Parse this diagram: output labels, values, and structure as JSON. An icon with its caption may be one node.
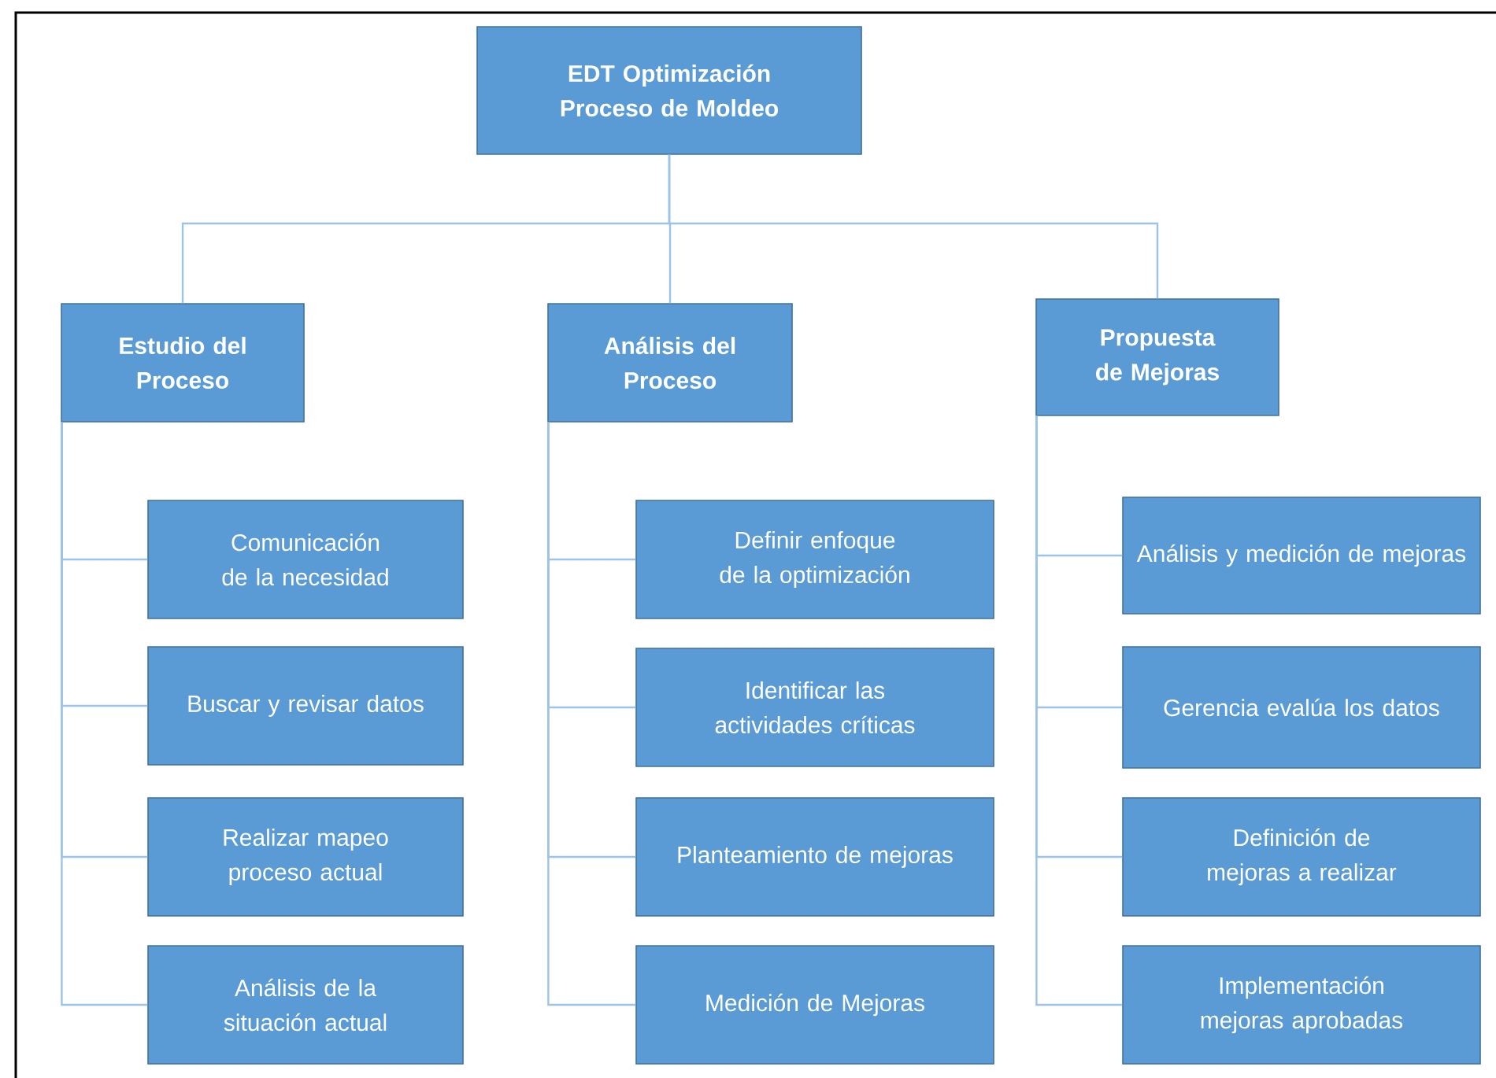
{
  "diagram": {
    "nodes": [
      {
        "text": [
          "EDT Optimización Proceso de Moldeo"
        ]
      },
      {
        "text": [
          "Estudio del Proceso"
        ]
      },
      {
        "text": [
          "Comunicación de la necesidad"
        ]
      },
      {
        "text": [
          "Buscar y revisar datos"
        ]
      },
      {
        "text": [
          "Realizar mapeo proceso actual"
        ]
      },
      {
        "text": [
          "Análisis de la situación actual"
        ]
      },
      {
        "text": [
          "Análisis del Proceso"
        ]
      },
      {
        "text": [
          "Definir enfoque de la optimización"
        ]
      },
      {
        "text": [
          "Identificar las actividades  críticas"
        ]
      },
      {
        "text": [
          "Planteamiento de mejoras"
        ]
      },
      {
        "text": [
          "Medición de Mejoras"
        ]
      },
      {
        "text": [
          "Propuesta de Mejoras"
        ]
      },
      {
        "text": [
          "Análisis y medición de mejoras"
        ]
      },
      {
        "text": [
          "Gerencia evalúa los datos"
        ]
      },
      {
        "text": [
          "Definición de mejoras a realizar"
        ]
      },
      {
        "text": [
          "Implementación mejoras aprobadas"
        ]
      }
    ],
    "edges": [
      {
        "from": 0,
        "to": 1,
        "arrow": "none"
      },
      {
        "from": 0,
        "to": 6,
        "arrow": "none"
      },
      {
        "from": 0,
        "to": 11,
        "arrow": "none"
      },
      {
        "from": 1,
        "to": 2,
        "arrow": "none"
      },
      {
        "from": 1,
        "to": 3,
        "arrow": "none"
      },
      {
        "from": 1,
        "to": 4,
        "arrow": "none"
      },
      {
        "from": 1,
        "to": 5,
        "arrow": "none"
      },
      {
        "from": 6,
        "to": 7,
        "arrow": "none"
      },
      {
        "from": 6,
        "to": 8,
        "arrow": "none"
      },
      {
        "from": 6,
        "to": 9,
        "arrow": "none"
      },
      {
        "from": 6,
        "to": 10,
        "arrow": "none"
      },
      {
        "from": 11,
        "to": 12,
        "arrow": "none"
      },
      {
        "from": 11,
        "to": 13,
        "arrow": "none"
      },
      {
        "from": 11,
        "to": 14,
        "arrow": "none"
      },
      {
        "from": 11,
        "to": 15,
        "arrow": "none"
      }
    ]
  }
}
